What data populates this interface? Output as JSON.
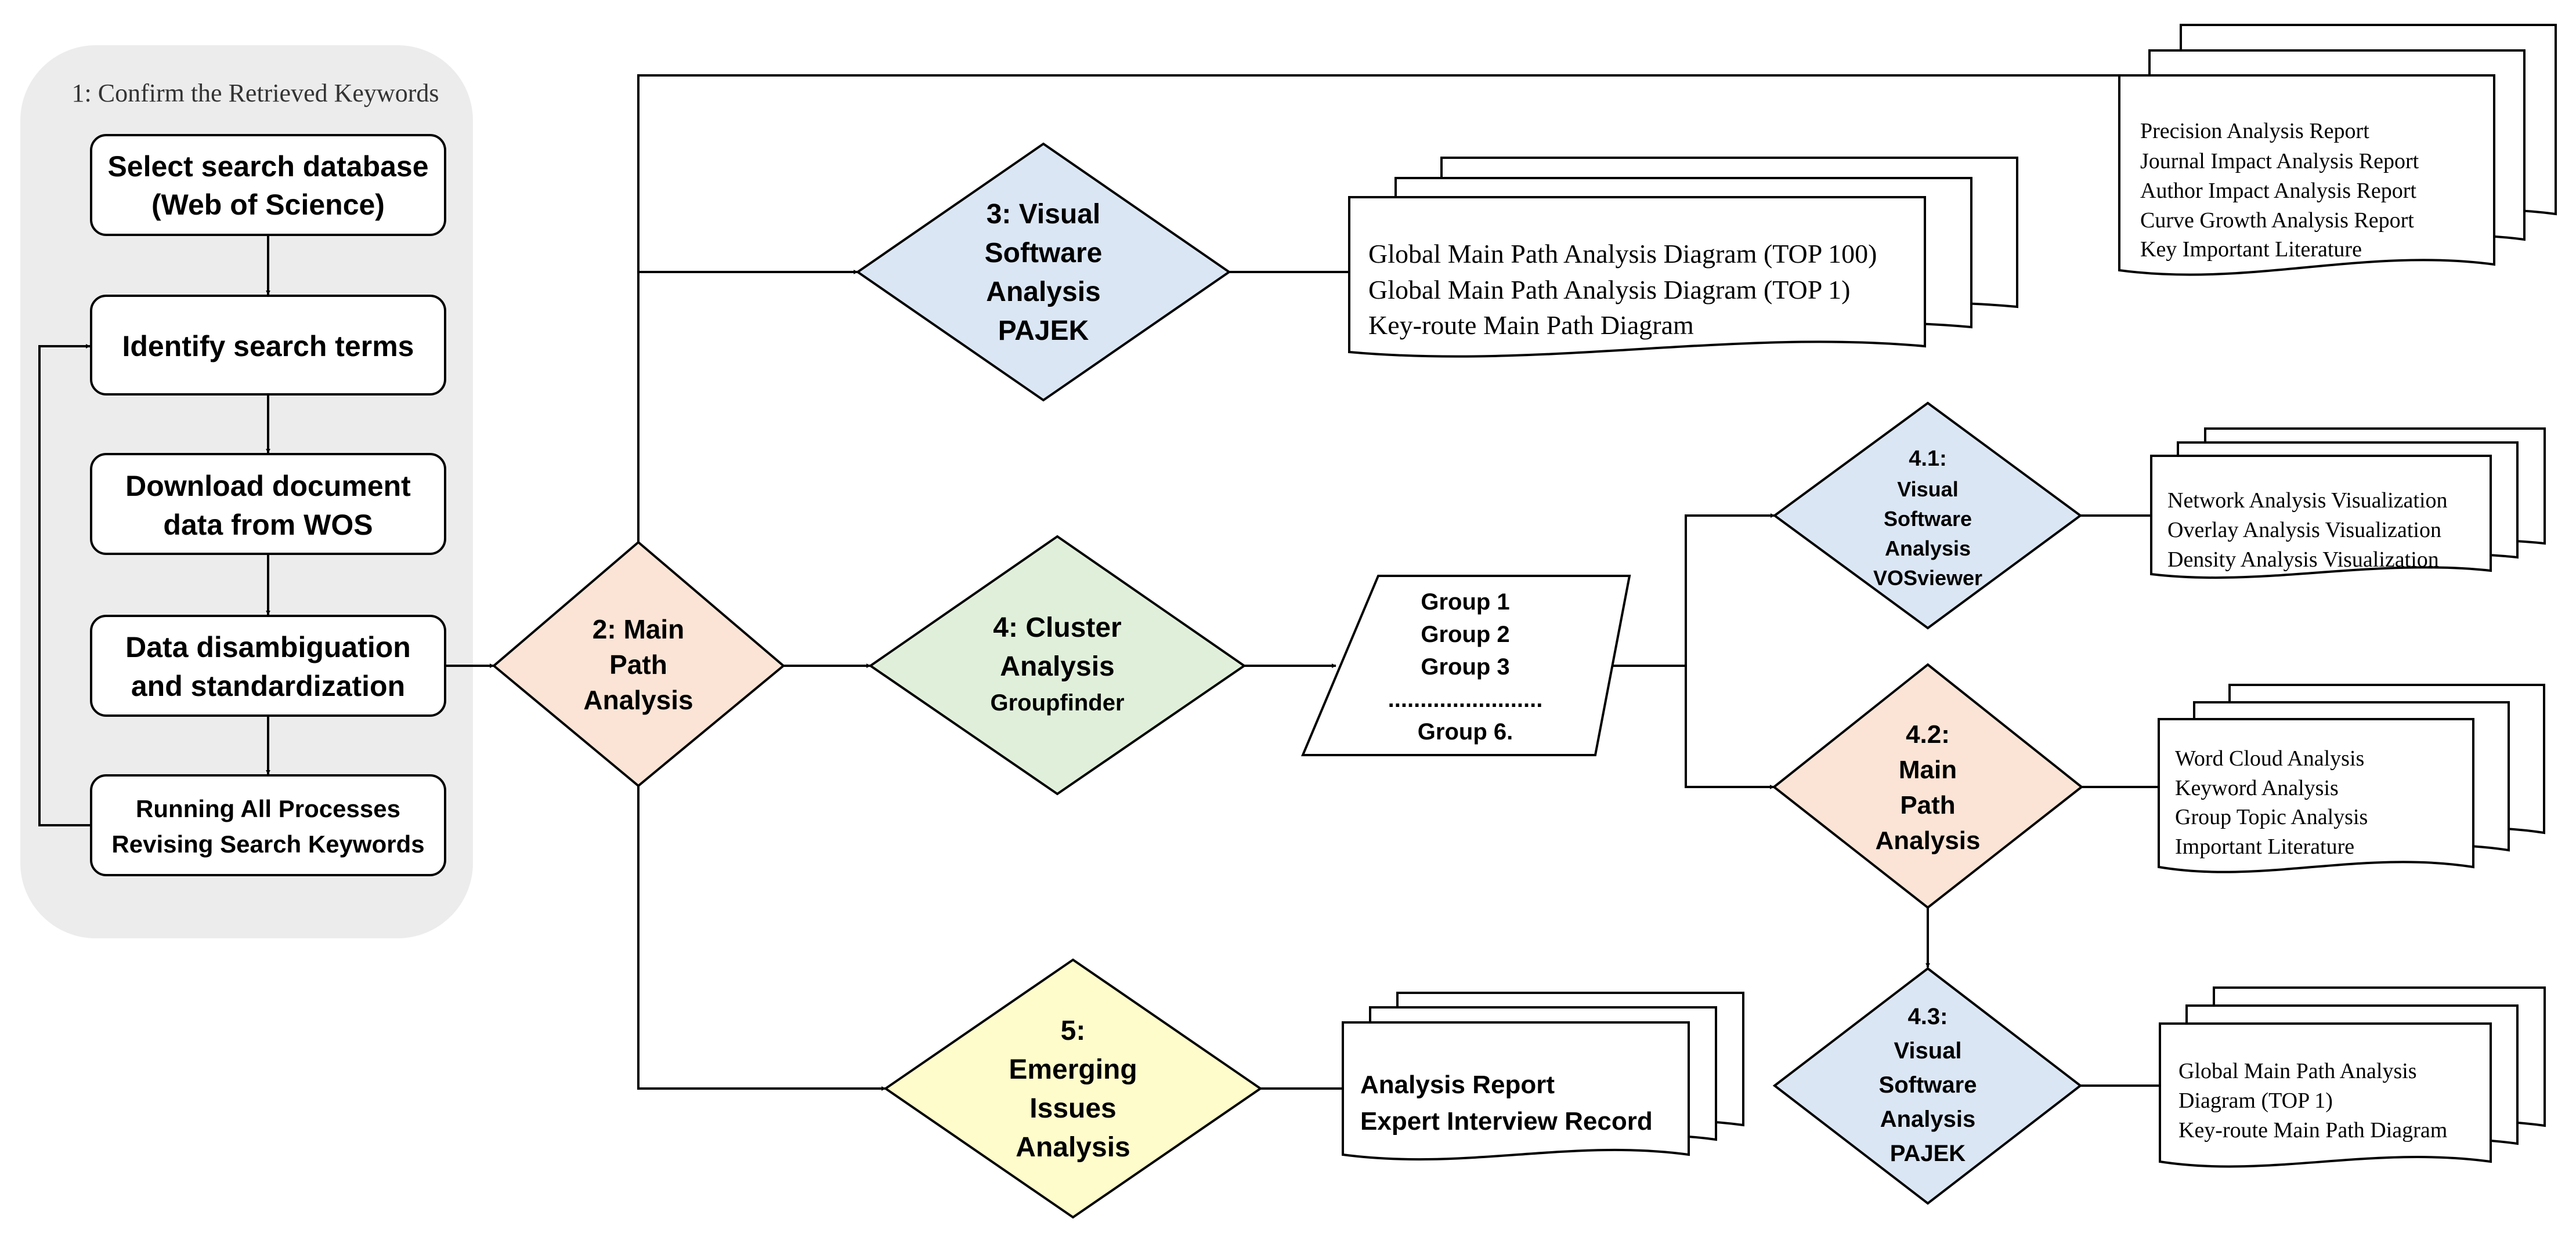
{
  "colors": {
    "panel": "#ececec",
    "blue": "#dbe6f4",
    "peach": "#fbe4d6",
    "green": "#e0efda",
    "yellow": "#fefccb",
    "white": "#ffffff",
    "line": "#000000"
  },
  "panel": {
    "title": "1: Confirm the Retrieved Keywords",
    "steps": [
      [
        "Select search database",
        "(Web of Science)"
      ],
      [
        "Identify search terms"
      ],
      [
        "Download document",
        "data from WOS"
      ],
      [
        "Data disambiguation",
        "and standardization"
      ],
      [
        "Running All Processes",
        "Revising Search Keywords"
      ]
    ]
  },
  "decisions": {
    "main_path": [
      "2: Main",
      "Path",
      "Analysis"
    ],
    "visual_pajek": [
      "3: Visual",
      "Software",
      "Analysis",
      "PAJEK"
    ],
    "cluster": [
      "4: Cluster",
      "Analysis",
      "Groupfinder"
    ],
    "emerging": [
      "5:",
      "Emerging",
      "Issues",
      "Analysis"
    ],
    "vosviewer": [
      "4.1:",
      "Visual",
      "Software",
      "Analysis",
      "VOSviewer"
    ],
    "group_main_path": [
      "4.2:",
      "Main",
      "Path",
      "Analysis"
    ],
    "group_pajek": [
      "4.3:",
      "Visual",
      "Software",
      "Analysis",
      "PAJEK"
    ]
  },
  "groups": {
    "items": [
      "Group 1",
      "Group 2",
      "Group 3"
    ],
    "ellipsis": "........................",
    "last": "Group 6."
  },
  "documents": {
    "reports_top": [
      "Precision Analysis Report",
      "Journal Impact Analysis Report",
      "Author Impact Analysis Report",
      "Curve Growth Analysis Report",
      "Key Important Literature"
    ],
    "pajek_outputs": [
      "Global Main Path Analysis Diagram (TOP 100)",
      "Global Main Path Analysis Diagram (TOP 1)",
      "Key-route Main Path Diagram"
    ],
    "vos_outputs": [
      "Network Analysis Visualization",
      "Overlay Analysis Visualization",
      "Density Analysis Visualization"
    ],
    "group_mpa_outputs": [
      "Word Cloud Analysis",
      "Keyword Analysis",
      "Group Topic Analysis",
      "Important Literature"
    ],
    "group_pajek_outputs": [
      "Global Main Path Analysis",
      "Diagram (TOP 1)",
      "Key-route Main Path Diagram"
    ],
    "emerging_outputs": [
      "Analysis Report",
      "Expert Interview Record"
    ]
  }
}
